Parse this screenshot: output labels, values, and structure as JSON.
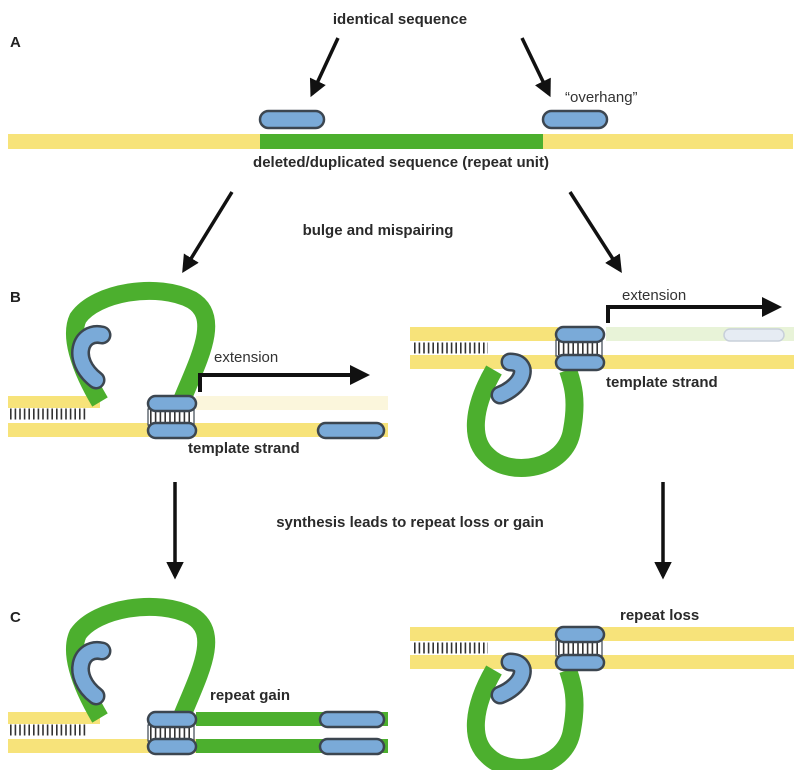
{
  "panels": {
    "a": "A",
    "b": "B",
    "c": "C"
  },
  "labels": {
    "identical_sequence": "identical sequence",
    "overhang": "“overhang”",
    "repeat_unit": "deleted/duplicated sequence (repeat unit)",
    "bulge": "bulge and mispairing",
    "extension_left": "extension",
    "extension_right": "extension",
    "template_left": "template strand",
    "template_right": "template strand",
    "synthesis": "synthesis leads to repeat loss or gain",
    "repeat_gain": "repeat gain",
    "repeat_loss": "repeat loss"
  },
  "colors": {
    "strand": "#f7e37a",
    "strand_faint": "#fbf6dc",
    "repeat": "#4caf2e",
    "repeat_faint": "#e3f0cf",
    "unit": "#7aaad8",
    "outline": "#3c4650",
    "arrow": "#111111"
  }
}
